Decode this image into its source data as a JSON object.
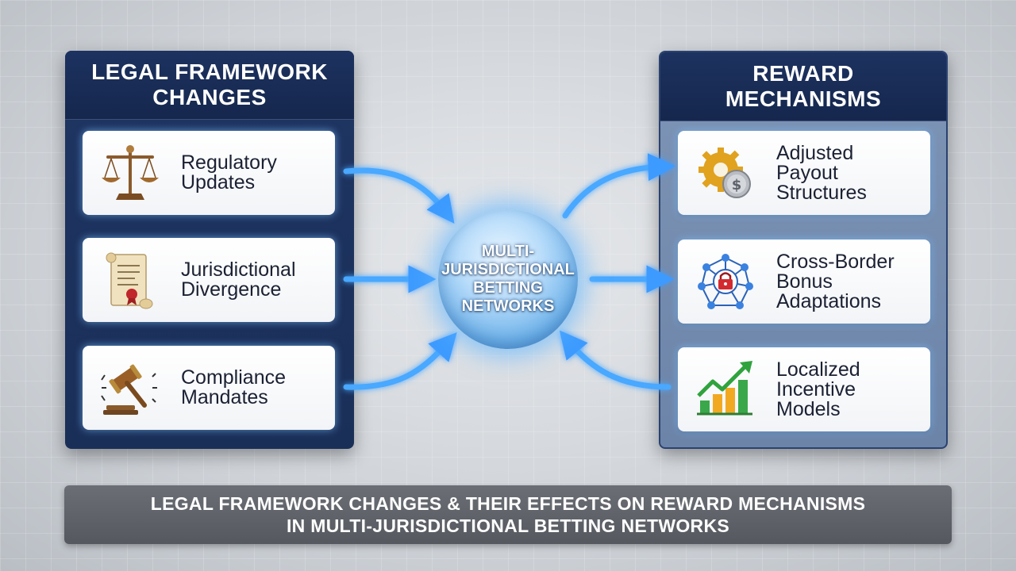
{
  "left_panel": {
    "title": "LEGAL FRAMEWORK CHANGES",
    "items": [
      {
        "label": "Regulatory Updates",
        "icon": "scales-of-justice-icon"
      },
      {
        "label": "Jurisdictional Divergence",
        "icon": "scroll-with-seal-icon"
      },
      {
        "label": "Compliance Mandates",
        "icon": "gavel-icon"
      }
    ]
  },
  "right_panel": {
    "title": "REWARD MECHANISMS",
    "items": [
      {
        "label": "Adjusted Payout Structures",
        "icon": "gear-coin-icon"
      },
      {
        "label": "Cross-Border Bonus Adaptations",
        "icon": "network-lock-icon"
      },
      {
        "label": "Localized Incentive Models",
        "icon": "growth-chart-icon"
      }
    ]
  },
  "hub": {
    "label": "MULTI-JURISDICTIONAL BETTING NETWORKS"
  },
  "caption": {
    "line1": "LEGAL FRAMEWORK CHANGES & THEIR EFFECTS ON REWARD MECHANISMS",
    "line2": "IN MULTI-JURISDICTIONAL BETTING NETWORKS"
  },
  "colors": {
    "panel_navy": "#1a2f58",
    "right_panel_blue": "#7e95b6",
    "arrow_glow": "#4aa8ff",
    "caption_gray": "#5f6369"
  }
}
